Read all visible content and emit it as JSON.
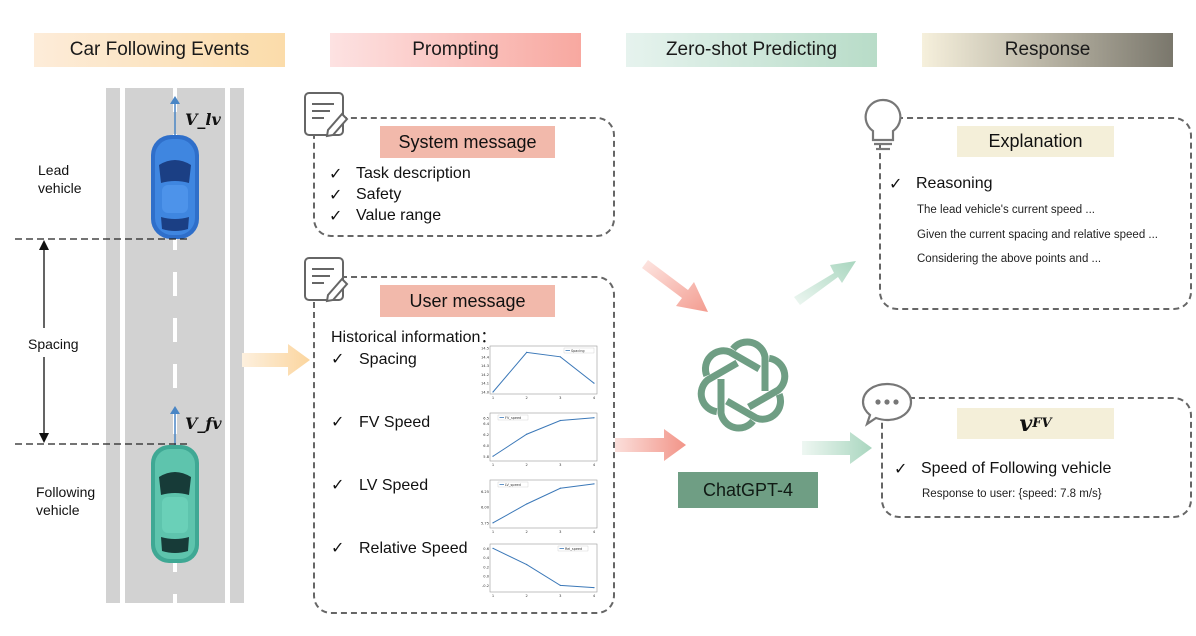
{
  "headers": {
    "events": "Car Following Events",
    "prompting": "Prompting",
    "predicting": "Zero-shot Predicting",
    "response": "Response"
  },
  "road": {
    "lead_velocity": "V_lv",
    "follow_velocity": "V_fv",
    "lead_label_1": "Lead",
    "lead_label_2": "vehicle",
    "spacing_label": "Spacing",
    "follow_label_1": "Following",
    "follow_label_2": "vehicle"
  },
  "system_message": {
    "title": "System message",
    "items": [
      "Task description",
      "Safety",
      "Value range"
    ]
  },
  "user_message": {
    "title": "User message",
    "subtitle": "Historical information：",
    "items": [
      "Spacing",
      "FV Speed",
      "LV Speed",
      "Relative Speed"
    ]
  },
  "model": {
    "name": "ChatGPT-4"
  },
  "explanation": {
    "title": "Explanation",
    "heading": "Reasoning",
    "lines": [
      "The lead vehicle's current speed ...",
      "Given the current spacing and relative speed ...",
      "Considering the above points and ..."
    ]
  },
  "output": {
    "symbol": "v",
    "subscript": "FV",
    "heading": "Speed of Following vehicle",
    "response": "Response to user: {speed: 7.8 m/s}"
  },
  "check_mark": "✓",
  "colors": {
    "orange_arrow": "#fbd9a6",
    "red_arrow": "#f29a8c",
    "green_arrow": "#b7dcc9",
    "gpt_green": "#6f9e84",
    "chart_line": "#3b78b8"
  },
  "chart_data": [
    {
      "type": "line",
      "legend": "Spacing",
      "x": [
        1,
        2,
        3,
        4
      ],
      "y": [
        14.0,
        14.45,
        14.4,
        14.1
      ],
      "yticks": [
        "14.0",
        "14.1",
        "14.2",
        "14.3",
        "14.4",
        "14.5"
      ],
      "xticks": [
        "1",
        "2",
        "3",
        "4"
      ],
      "ylim": [
        14.0,
        14.5
      ]
    },
    {
      "type": "line",
      "legend": "FV_speed",
      "x": [
        1,
        2,
        3,
        4
      ],
      "y": [
        5.8,
        6.2,
        6.45,
        6.5
      ],
      "yticks": [
        "5.8",
        "6.0",
        "6.2",
        "6.4",
        "6.5"
      ],
      "xticks": [
        "1",
        "2",
        "3",
        "4"
      ],
      "ylim": [
        5.75,
        6.55
      ]
    },
    {
      "type": "line",
      "legend": "LV_speed",
      "x": [
        1,
        2,
        3,
        4
      ],
      "y": [
        5.75,
        6.05,
        6.3,
        6.37
      ],
      "yticks": [
        "5.75",
        "6.00",
        "6.25"
      ],
      "xticks": [
        "1",
        "2",
        "3",
        "4"
      ],
      "ylim": [
        5.7,
        6.4
      ]
    },
    {
      "type": "line",
      "legend": "Rel_speed",
      "x": [
        1,
        2,
        3,
        4
      ],
      "y": [
        0.6,
        0.25,
        -0.2,
        -0.25
      ],
      "yticks": [
        "0.6",
        "0.4",
        "0.2",
        "0.0",
        "-0.2"
      ],
      "xticks": [
        "1",
        "2",
        "3",
        "4"
      ],
      "ylim": [
        -0.3,
        0.65
      ]
    }
  ]
}
